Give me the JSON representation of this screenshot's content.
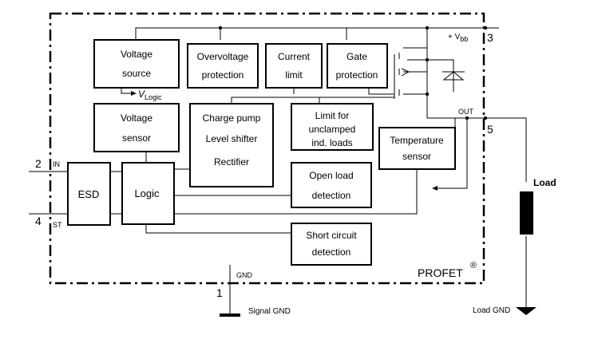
{
  "blocks": {
    "voltage_source": [
      "Voltage",
      "source"
    ],
    "overvoltage": [
      "Overvoltage",
      "protection"
    ],
    "current_limit": [
      "Current",
      "limit"
    ],
    "gate_protection": [
      "Gate",
      "protection"
    ],
    "voltage_sensor": [
      "Voltage",
      "sensor"
    ],
    "charge_pump": [
      "Charge pump",
      "Level shifter",
      "Rectifier"
    ],
    "limit_unclamped": [
      "Limit for",
      "unclamped",
      "ind. loads"
    ],
    "temperature_sensor": [
      "Temperature",
      "sensor"
    ],
    "esd": "ESD",
    "logic": "Logic",
    "open_load": [
      "Open load",
      "detection"
    ],
    "short_circuit": [
      "Short circuit",
      "detection"
    ]
  },
  "pins": {
    "in_number": "2",
    "in_label": "IN",
    "st_number": "4",
    "st_label": "ST",
    "vbb_number": "3",
    "vbb_prefix": "+ V",
    "vbb_sub": "bb",
    "out_number": "5",
    "out_label": "OUT",
    "gnd_number": "1",
    "gnd_label": "GND"
  },
  "labels": {
    "vlogic": "V",
    "vlogic_sub": "Logic",
    "profet": "PROFET",
    "registered": "®",
    "signal_gnd": "Signal GND",
    "load": "Load",
    "load_gnd": "Load GND"
  }
}
